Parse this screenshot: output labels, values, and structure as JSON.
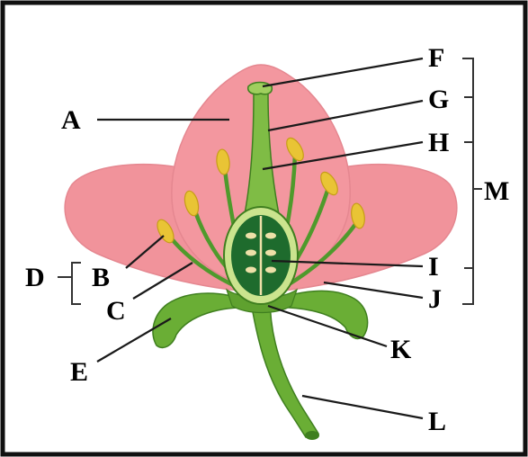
{
  "diagram": {
    "labels": {
      "A": "A",
      "B": "B",
      "C": "C",
      "D": "D",
      "E": "E",
      "F": "F",
      "G": "G",
      "H": "H",
      "I": "I",
      "J": "J",
      "K": "K",
      "L": "L",
      "M": "M"
    },
    "colors": {
      "petal": "#f1939b",
      "petal_edge": "#e58790",
      "stem": "#6aae35",
      "stem_dark": "#3f7f1f",
      "anther": "#e9c435",
      "ovary": "#1e6b2d",
      "ovule": "#ede0a8",
      "frame": "#111111"
    }
  }
}
